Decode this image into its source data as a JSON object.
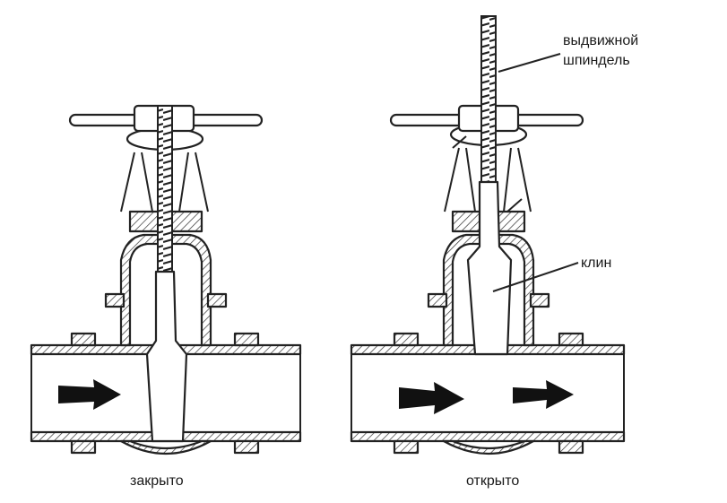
{
  "labels": {
    "closed": "закрыто",
    "open": "открыто",
    "stem_line1": "выдвижной",
    "stem_line2": "шпиндель",
    "wedge": "клин"
  },
  "colors": {
    "background": "#ffffff",
    "line": "#222222",
    "arrow": "#111111"
  }
}
